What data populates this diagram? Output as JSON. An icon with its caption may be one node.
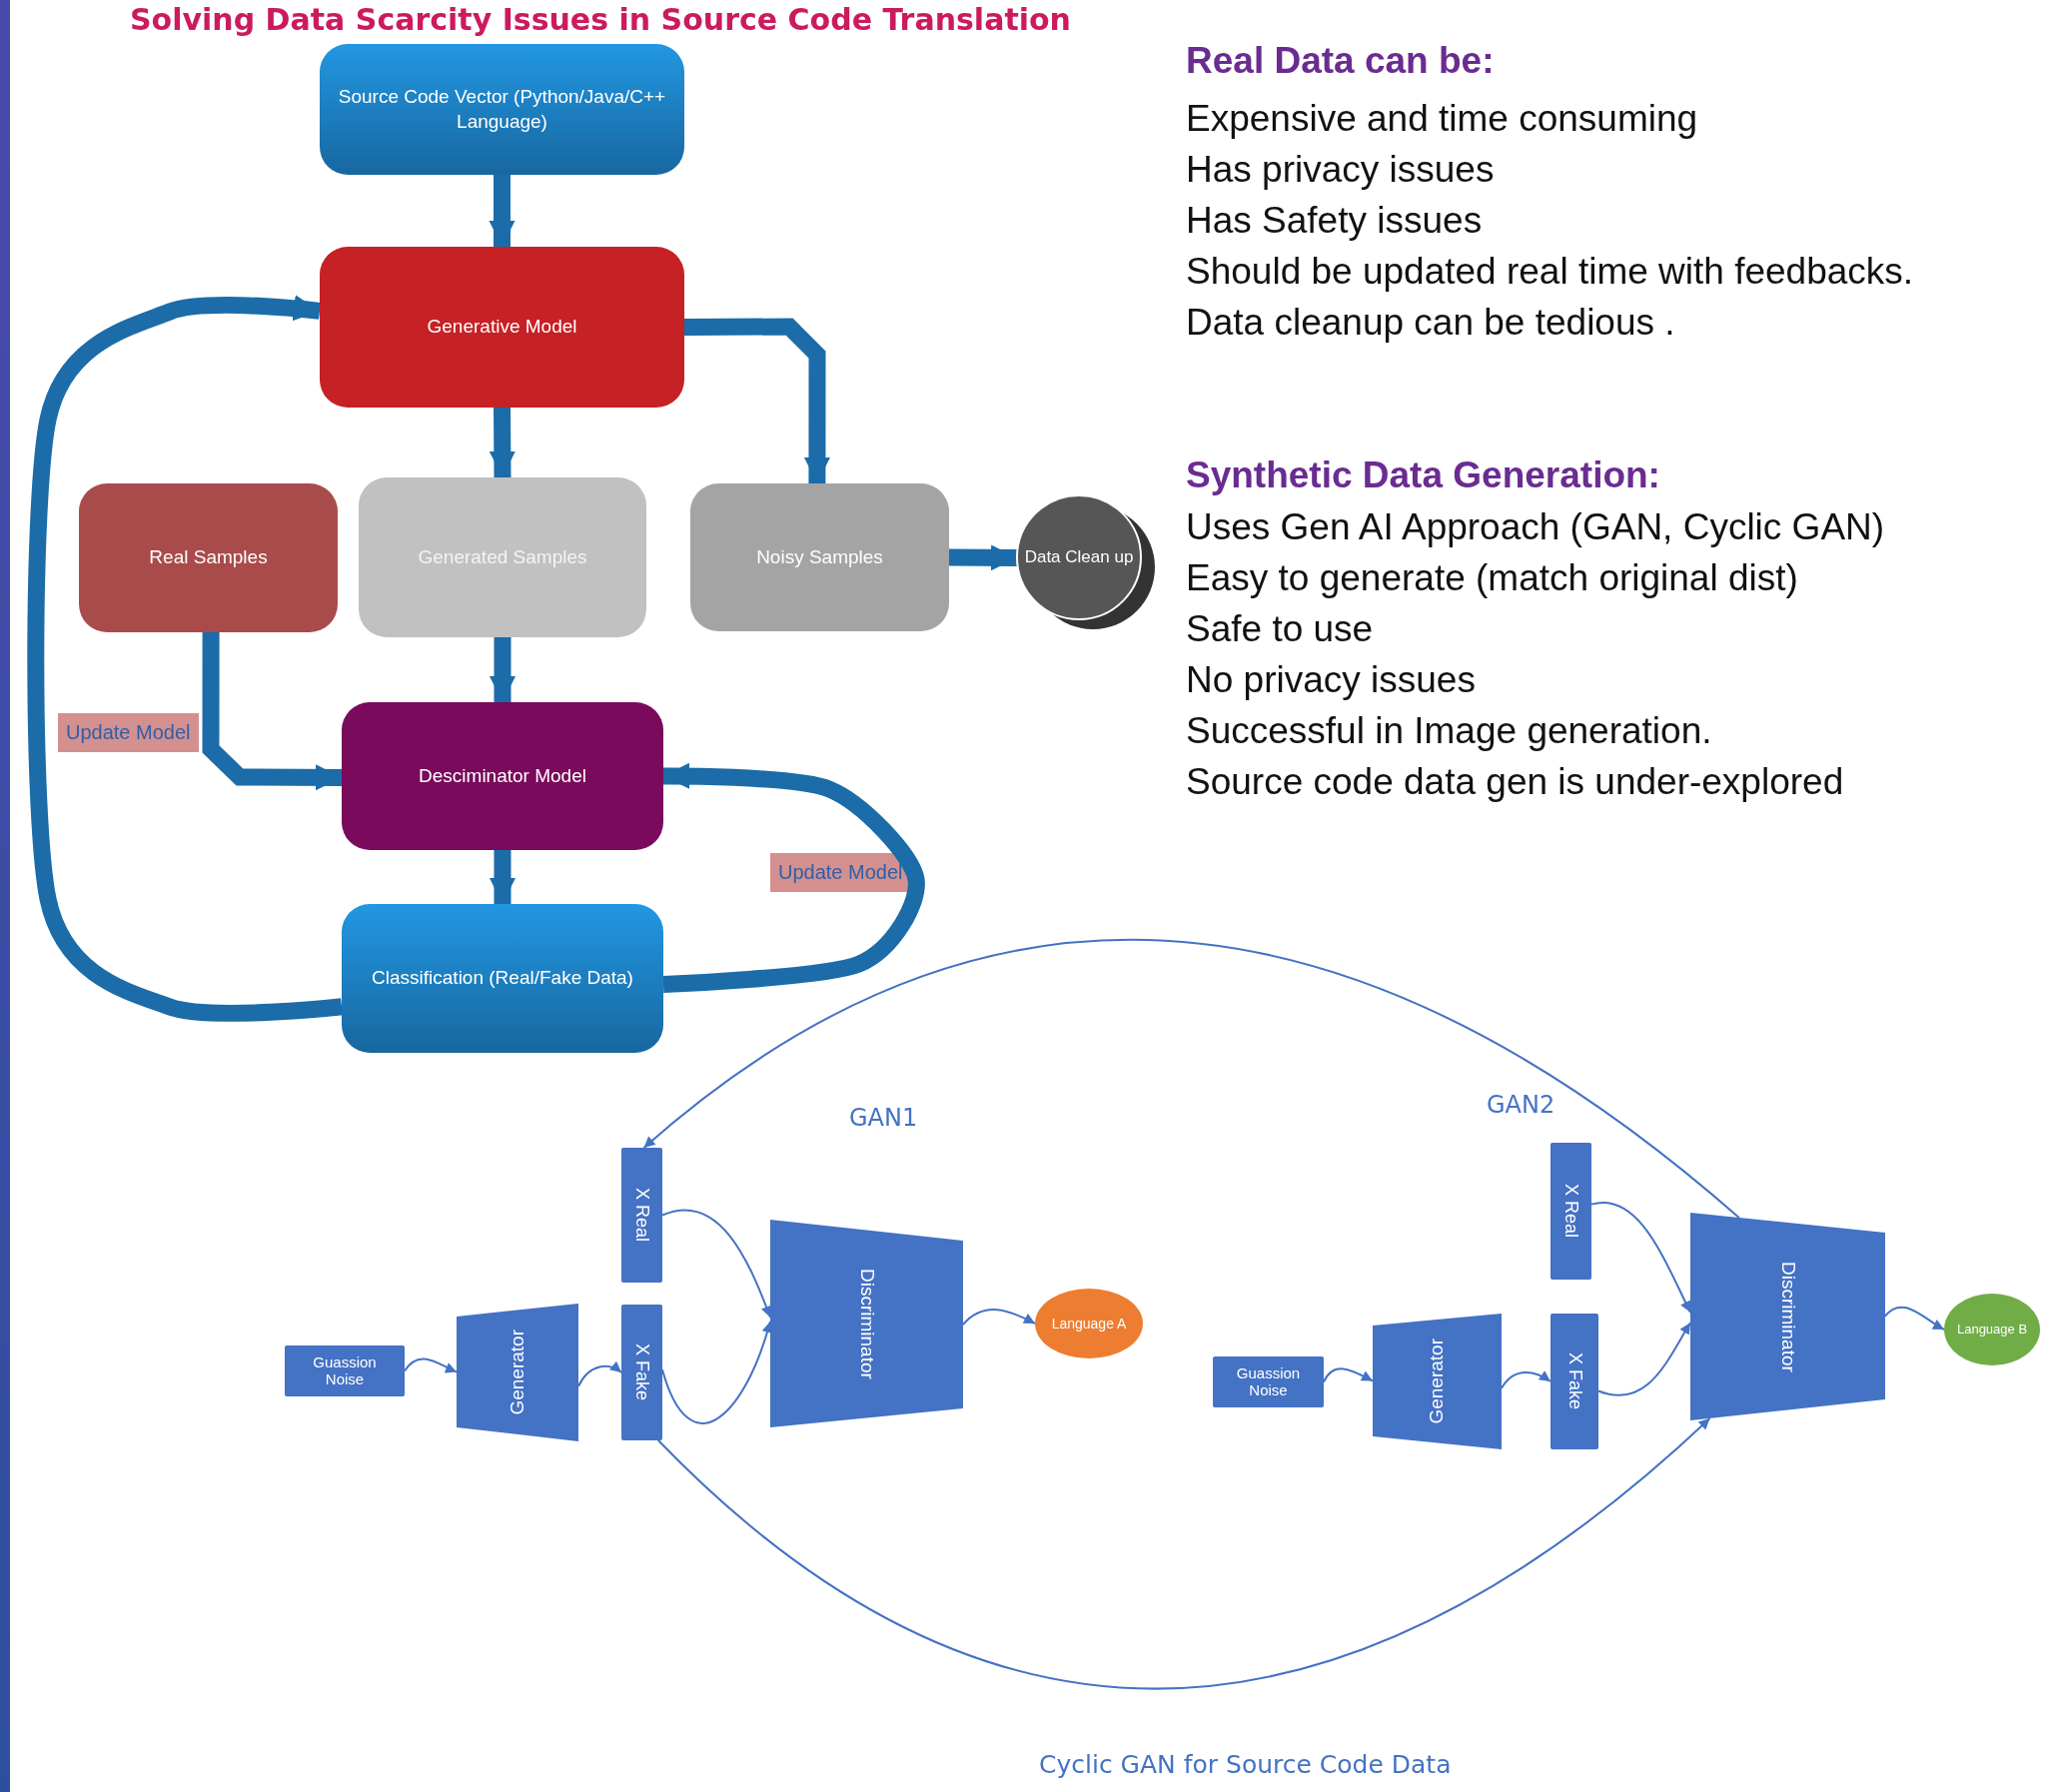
{
  "diagram": {
    "title": "Solving Data Scarcity Issues in Source Code Translation",
    "caption": "Cyclic GAN for Source Code Data",
    "nodes": [
      {
        "text": [
          "Source Code Vector (Python/Java/C++ Language)"
        ]
      },
      {
        "text": [
          "Generative Model"
        ]
      },
      {
        "text": [
          "Real Samples"
        ]
      },
      {
        "text": [
          "Generated Samples"
        ]
      },
      {
        "text": [
          "Noisy Samples"
        ]
      },
      {
        "text": [
          "Data Clean up"
        ]
      },
      {
        "text": [
          "Desciminator Model"
        ]
      },
      {
        "text": [
          "Classification (Real/Fake Data)"
        ]
      },
      {
        "text": [
          "X Real"
        ]
      },
      {
        "text": [
          "Guassion Noise"
        ]
      },
      {
        "text": [
          "Generator"
        ]
      },
      {
        "text": [
          "X Fake"
        ]
      },
      {
        "text": [
          "Discriminator"
        ]
      },
      {
        "text": [
          "Language A"
        ]
      },
      {
        "text": [
          "X Real"
        ]
      },
      {
        "text": [
          "Guassion Noise"
        ]
      },
      {
        "text": [
          "Generator"
        ]
      },
      {
        "text": [
          "X Fake"
        ]
      },
      {
        "text": [
          "Discriminator"
        ]
      },
      {
        "text": [
          "Language B"
        ]
      }
    ],
    "edges": [
      {
        "from": 0,
        "to": 1,
        "arrow": "to",
        "style": "thick",
        "color": "#1b6ca8"
      },
      {
        "from": 1,
        "to": 3,
        "arrow": "to",
        "style": "thick",
        "color": "#1b6ca8"
      },
      {
        "from": 1,
        "to": 4,
        "arrow": "to",
        "style": "thick",
        "color": "#1b6ca8"
      },
      {
        "from": 3,
        "to": 6,
        "arrow": "to",
        "style": "thick",
        "color": "#1b6ca8"
      },
      {
        "from": 2,
        "to": 6,
        "arrow": "to",
        "style": "thick",
        "color": "#1b6ca8"
      },
      {
        "from": 4,
        "to": 5,
        "arrow": "to",
        "style": "thick",
        "color": "#1b6ca8"
      },
      {
        "from": 6,
        "to": 7,
        "arrow": "to",
        "style": "thick",
        "color": "#1b6ca8"
      },
      {
        "from": 7,
        "to": 6,
        "arrow": "to",
        "label": "Update Model",
        "style": "thick",
        "color": "#1b6ca8"
      },
      {
        "from": 7,
        "to": 1,
        "arrow": "to",
        "label": "Update Model",
        "style": "thick",
        "color": "#1b6ca8"
      },
      {
        "from": 9,
        "to": 10,
        "arrow": "to"
      },
      {
        "from": 10,
        "to": 11,
        "arrow": "to"
      },
      {
        "from": 8,
        "to": 12,
        "arrow": "to"
      },
      {
        "from": 11,
        "to": 12,
        "arrow": "to"
      },
      {
        "from": 12,
        "to": 13,
        "arrow": "to"
      },
      {
        "from": 15,
        "to": 16,
        "arrow": "to"
      },
      {
        "from": 16,
        "to": 17,
        "arrow": "to"
      },
      {
        "from": 14,
        "to": 18,
        "arrow": "to"
      },
      {
        "from": 17,
        "to": 18,
        "arrow": "to"
      },
      {
        "from": 18,
        "to": 19,
        "arrow": "to"
      },
      {
        "from": 18,
        "to": 8,
        "arrow": "to"
      },
      {
        "from": 11,
        "to": 18,
        "arrow": "to"
      }
    ],
    "labels": [
      "Real Data can be:",
      "Expensive and time consuming",
      "Has privacy issues",
      "Has Safety issues",
      "Should be updated real time with feedbacks.",
      "Data cleanup can be tedious .",
      "Synthetic Data Generation:",
      "Uses Gen AI Approach (GAN, Cyclic GAN)",
      "Easy to generate (match original dist)",
      "Safe to use",
      "No privacy issues",
      "Successful in Image generation.",
      "Source code data gen is under-explored",
      "GAN1",
      "GAN2"
    ]
  }
}
